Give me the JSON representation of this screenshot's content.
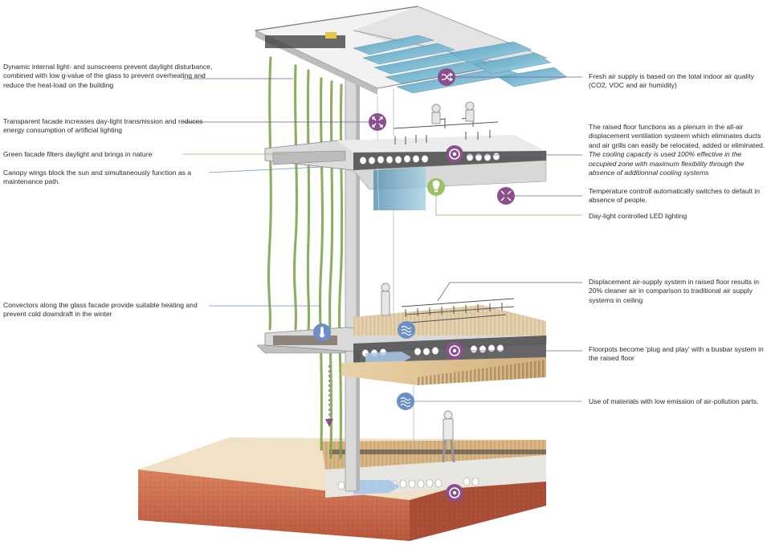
{
  "annotations": {
    "left": [
      {
        "id": "sunscreens",
        "text": "Dynamic internal light- and sunscreens prevent daylight disturbance, combined with low g-value of the glass to prevent overheating and reduce the heat-load on the building",
        "color": "#7a5a8c"
      },
      {
        "id": "transparent-facade",
        "text": "Transparent facade increases day-light transmission and reduces energy consumption of artificial lighting",
        "color": "#7a5a8c"
      },
      {
        "id": "green-facade",
        "text": "Green facade filters daylight and brings in nature",
        "color": "#8fb360"
      },
      {
        "id": "canopy-wings",
        "text": "Canopy wings block the sun and simultaneously function as a maintenance path.",
        "color": "#6f93c4"
      },
      {
        "id": "convectors",
        "text": "Convectors along the glass facade provide suitable heating and prevent cold downdraft in the winter",
        "color": "#6f93c4"
      }
    ],
    "right": [
      {
        "id": "fresh-air",
        "text": "Fresh air supply is based on the total indoor air quality (CO2, VOC and air humidity)",
        "color": "#7a5a8c"
      },
      {
        "id": "raised-floor",
        "text": "The raised floor functions as a plenum in the all-air displacement ventilation systeem which eliminates ducts and air grills can easily be relocated, added or eliminated.",
        "italic": "The cooling capacity is used 100% effective in the occupied zone with maximum flexibility through the absence of additionnal cooling systems",
        "color": "#7a5a8c"
      },
      {
        "id": "temperature",
        "text": "Temperature controll automatically switches to default in absence of people.",
        "color": "#7a5a8c"
      },
      {
        "id": "led",
        "text": "Day-light controlled LED lighting",
        "color": "#8fb360"
      },
      {
        "id": "displacement",
        "text": "Displacement air-supply system in raised floor results in 20% cleaner air in comparison to traditional air supply systems in ceiling",
        "color": "#7a5a8c"
      },
      {
        "id": "floorpots",
        "text": "Floorpots become 'plug and play' with a busbar system in the raised floor",
        "color": "#7a5a8c"
      },
      {
        "id": "materials",
        "text": "Use of materials with low emission of air-pollution parts.",
        "color": "#6f93c4"
      }
    ]
  },
  "icons": {
    "purple": "#8a4f8c",
    "blue": "#6d8fc8",
    "green": "#9bc06a",
    "wood": "#d7b786",
    "soil": "#c46a4c",
    "glass": "#5d9fbf"
  }
}
